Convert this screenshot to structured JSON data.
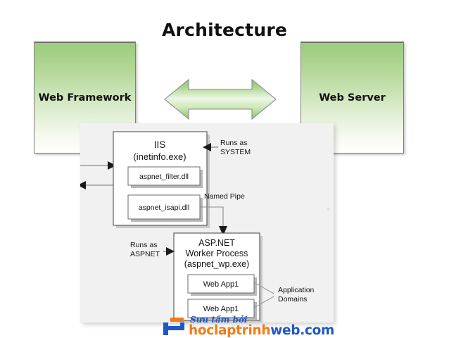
{
  "page": {
    "title": "Architecture",
    "background_color": "#ffffff"
  },
  "colors": {
    "green_top": "#9ccc7c",
    "green_bottom": "#ffffff",
    "panel_bg": "#f1f1f1",
    "box_border": "#7e7e7e",
    "line": "#6e6e6e",
    "text": "#141414",
    "watermark_orange": "#f07c18",
    "watermark_blue": "#1f57c4"
  },
  "outer_boxes": {
    "left": {
      "label": "Web Framework"
    },
    "right": {
      "label": "Web Server"
    }
  },
  "arrow": {
    "name": "double-headed-arrow",
    "direction": "bidirectional"
  },
  "diagram": {
    "iis_box": {
      "title_line1": "IIS",
      "title_line2": "(inetinfo.exe)",
      "modules": [
        {
          "label": "aspnet_filter.dll"
        },
        {
          "label": "aspnet_isapi.dll"
        }
      ]
    },
    "worker_box": {
      "title_line1": "ASP.NET",
      "title_line2": "Worker Process",
      "title_line3": "(aspnet_wp.exe)",
      "apps": [
        {
          "label": "Web App1"
        },
        {
          "label": "Web App1"
        }
      ]
    },
    "annotations": [
      {
        "name": "runs-as-system",
        "line1": "Runs as",
        "line2": "SYSTEM"
      },
      {
        "name": "named-pipe",
        "line1": "Named Pipe"
      },
      {
        "name": "runs-as-aspnet",
        "line1": "Runs as",
        "line2": "ASPNET"
      },
      {
        "name": "application-domains",
        "line1": "Application",
        "line2": "Domains"
      }
    ]
  },
  "watermark": {
    "subtitle": "Sưu tầm bởi",
    "domain_part1": "hoclaptrinh",
    "domain_part2": "web.com"
  }
}
